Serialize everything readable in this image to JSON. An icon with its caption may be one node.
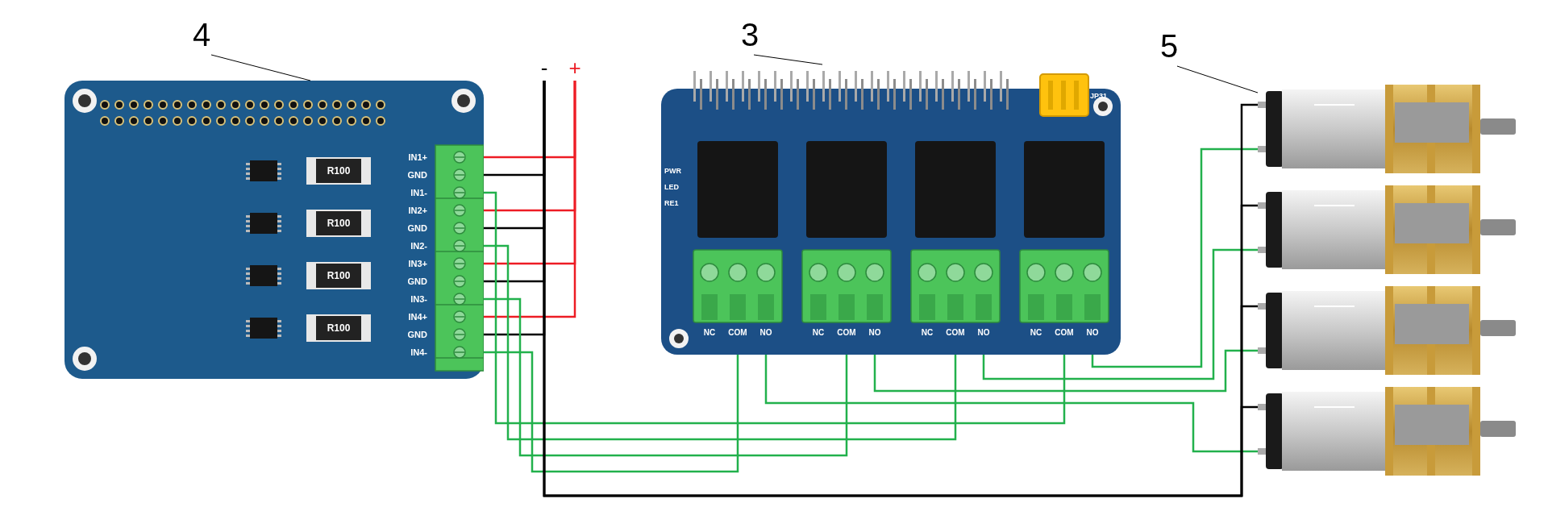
{
  "diagram": {
    "nodes": [
      {
        "text": [
          "4"
        ]
      },
      {
        "text": [],
        "shape": "picture"
      },
      {
        "text": [
          "3"
        ]
      },
      {
        "text": [],
        "shape": "picture"
      },
      {
        "text": [
          "5"
        ]
      },
      {
        "text": [],
        "shape": "picture"
      },
      {
        "text": [],
        "shape": "picture"
      },
      {
        "text": [],
        "shape": "picture"
      },
      {
        "text": [],
        "shape": "picture"
      },
      {
        "text": [
          "-"
        ]
      },
      {
        "text": [
          "+"
        ]
      }
    ],
    "edges": [
      {
        "from": 0,
        "to": 1,
        "arrow": "none",
        "color": "#000000"
      },
      {
        "from": 2,
        "to": 3,
        "arrow": "none",
        "color": "#000000"
      },
      {
        "from": 4,
        "to": 5,
        "arrow": "none",
        "color": "#000000"
      },
      {
        "from": 10,
        "to": 1,
        "arrow": "none",
        "color": "#ed1c24"
      },
      {
        "from": 10,
        "to": 1,
        "arrow": "none",
        "color": "#ed1c24"
      },
      {
        "from": 10,
        "to": 1,
        "arrow": "none",
        "color": "#ed1c24"
      },
      {
        "from": 10,
        "to": 1,
        "arrow": "none",
        "color": "#ed1c24"
      },
      {
        "from": 9,
        "to": 1,
        "arrow": "none",
        "color": "#000000"
      },
      {
        "from": 9,
        "to": 1,
        "arrow": "none",
        "color": "#000000"
      },
      {
        "from": 9,
        "to": 1,
        "arrow": "none",
        "color": "#000000"
      },
      {
        "from": 9,
        "to": 1,
        "arrow": "none",
        "color": "#000000"
      },
      {
        "from": 1,
        "to": 3,
        "arrow": "none",
        "color": "#22b14c"
      },
      {
        "from": 1,
        "to": 3,
        "arrow": "none",
        "color": "#22b14c"
      },
      {
        "from": 1,
        "to": 3,
        "arrow": "none",
        "color": "#22b14c"
      },
      {
        "from": 1,
        "to": 3,
        "arrow": "none",
        "color": "#22b14c"
      },
      {
        "from": 3,
        "to": 5,
        "arrow": "none",
        "color": "#22b14c"
      },
      {
        "from": 3,
        "to": 6,
        "arrow": "none",
        "color": "#22b14c"
      },
      {
        "from": 3,
        "to": 7,
        "arrow": "none",
        "color": "#22b14c"
      },
      {
        "from": 3,
        "to": 8,
        "arrow": "none",
        "color": "#22b14c"
      },
      {
        "from": 9,
        "to": 5,
        "arrow": "none",
        "color": "#000000"
      },
      {
        "from": 9,
        "to": 6,
        "arrow": "none",
        "color": "#000000"
      },
      {
        "from": 9,
        "to": 7,
        "arrow": "none",
        "color": "#000000"
      },
      {
        "from": 9,
        "to": 8,
        "arrow": "none",
        "color": "#000000"
      }
    ],
    "labels": [
      "IN1+",
      "GND",
      "IN1-",
      "IN2+",
      "GND",
      "IN2-",
      "IN3+",
      "GND",
      "IN3-",
      "IN4+",
      "GND",
      "IN4-",
      "R100",
      "R100",
      "R100",
      "R100",
      "PWR",
      "LED",
      "RE1",
      "JP31",
      "NC",
      "COM",
      "NO",
      "NC",
      "COM",
      "NO",
      "NC",
      "COM",
      "NO",
      "NC",
      "COM",
      "NO"
    ]
  }
}
